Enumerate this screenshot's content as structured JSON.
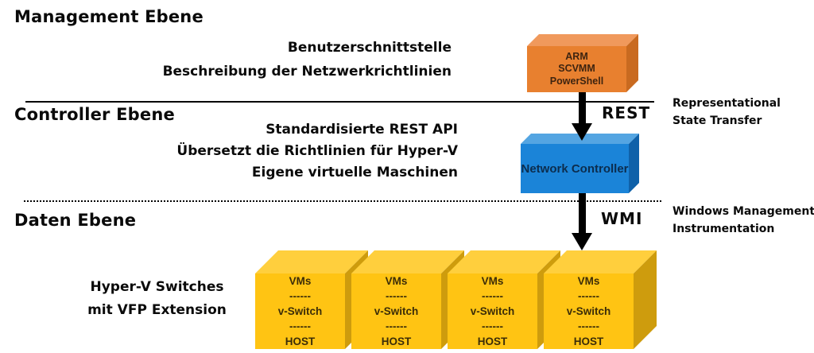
{
  "layers": {
    "management": {
      "label": "Management Ebene",
      "description": [
        "Benutzerschnittstelle",
        "Beschreibung der Netzwerkrichtlinien"
      ]
    },
    "controller": {
      "label": "Controller Ebene",
      "description": [
        "Standardisierte REST API",
        "Übersetzt die Richtlinien für Hyper-V",
        "Eigene virtuelle Maschinen"
      ]
    },
    "data": {
      "label": "Daten Ebene",
      "description": [
        "Hyper-V Switches",
        "mit VFP Extension"
      ]
    }
  },
  "nodes": {
    "management_box": {
      "lines": [
        "ARM",
        "SCVMM",
        "PowerShell"
      ],
      "color_front": "#E8802F",
      "color_top": "#F0995C",
      "color_side": "#C96A20"
    },
    "controller_box": {
      "label": "Network Controller",
      "color_front": "#1B84D8",
      "color_top": "#54A5E2",
      "color_side": "#0F61A9"
    },
    "host_box": {
      "count": 4,
      "lines": [
        "VMs",
        "------",
        "v-Switch",
        "------",
        "HOST"
      ],
      "color_front": "#FFC413",
      "color_top": "#FFCF3D",
      "color_side": "#CE9C0D"
    }
  },
  "connectors": {
    "rest": {
      "label": "REST",
      "annotation": [
        "Representational",
        "State Transfer"
      ]
    },
    "wmi": {
      "label": "WMI",
      "annotation": [
        "Windows Management",
        "Instrumentation"
      ]
    }
  },
  "divider_color": "#000000",
  "arrow_color": "#000000"
}
